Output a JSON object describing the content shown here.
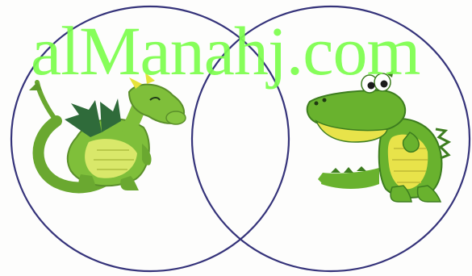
{
  "diagram": {
    "type": "venn",
    "circle_count": 2,
    "left_set": {
      "picture": "dragon-icon"
    },
    "right_set": {
      "picture": "crocodile-icon"
    },
    "overlap": {
      "picture": ""
    }
  },
  "watermark": {
    "text": "alManahj.com",
    "color": "#7cff4d"
  },
  "colors": {
    "circle_stroke": "#35337a",
    "dragon_body": "#7fbf3a",
    "dragon_belly": "#d9e86a",
    "dragon_wing": "#2f6b3a",
    "croc_body": "#69b22e",
    "croc_belly": "#e8e34a",
    "background": "#fdfdfc"
  }
}
